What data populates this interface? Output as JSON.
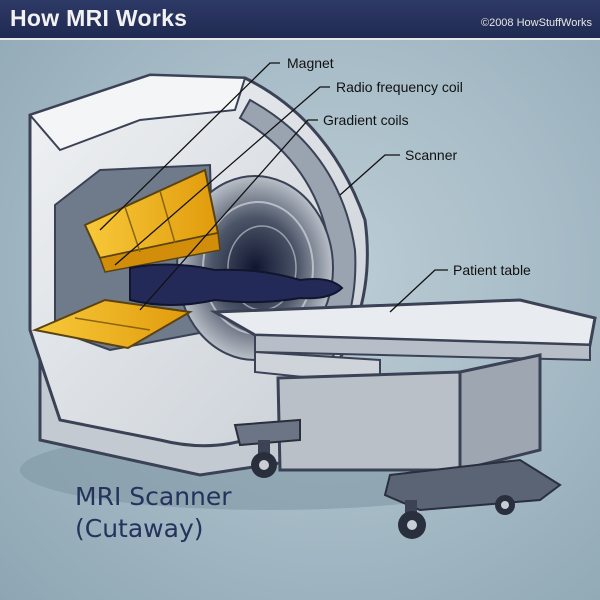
{
  "header": {
    "title": "How MRI Works",
    "copyright": "©2008 HowStuffWorks"
  },
  "labels": {
    "magnet": "Magnet",
    "rf_coil": "Radio frequency coil",
    "gradient_coils": "Gradient coils",
    "scanner": "Scanner",
    "patient_table": "Patient table"
  },
  "caption": {
    "line1": "MRI Scanner",
    "line2": "(Cutaway)"
  },
  "colors": {
    "header_bg": "#1f2a52",
    "caption": "#24325c",
    "coil_yellow": "#f2b416",
    "scanner_body": "#dfe3e8",
    "patient": "#242a58"
  }
}
